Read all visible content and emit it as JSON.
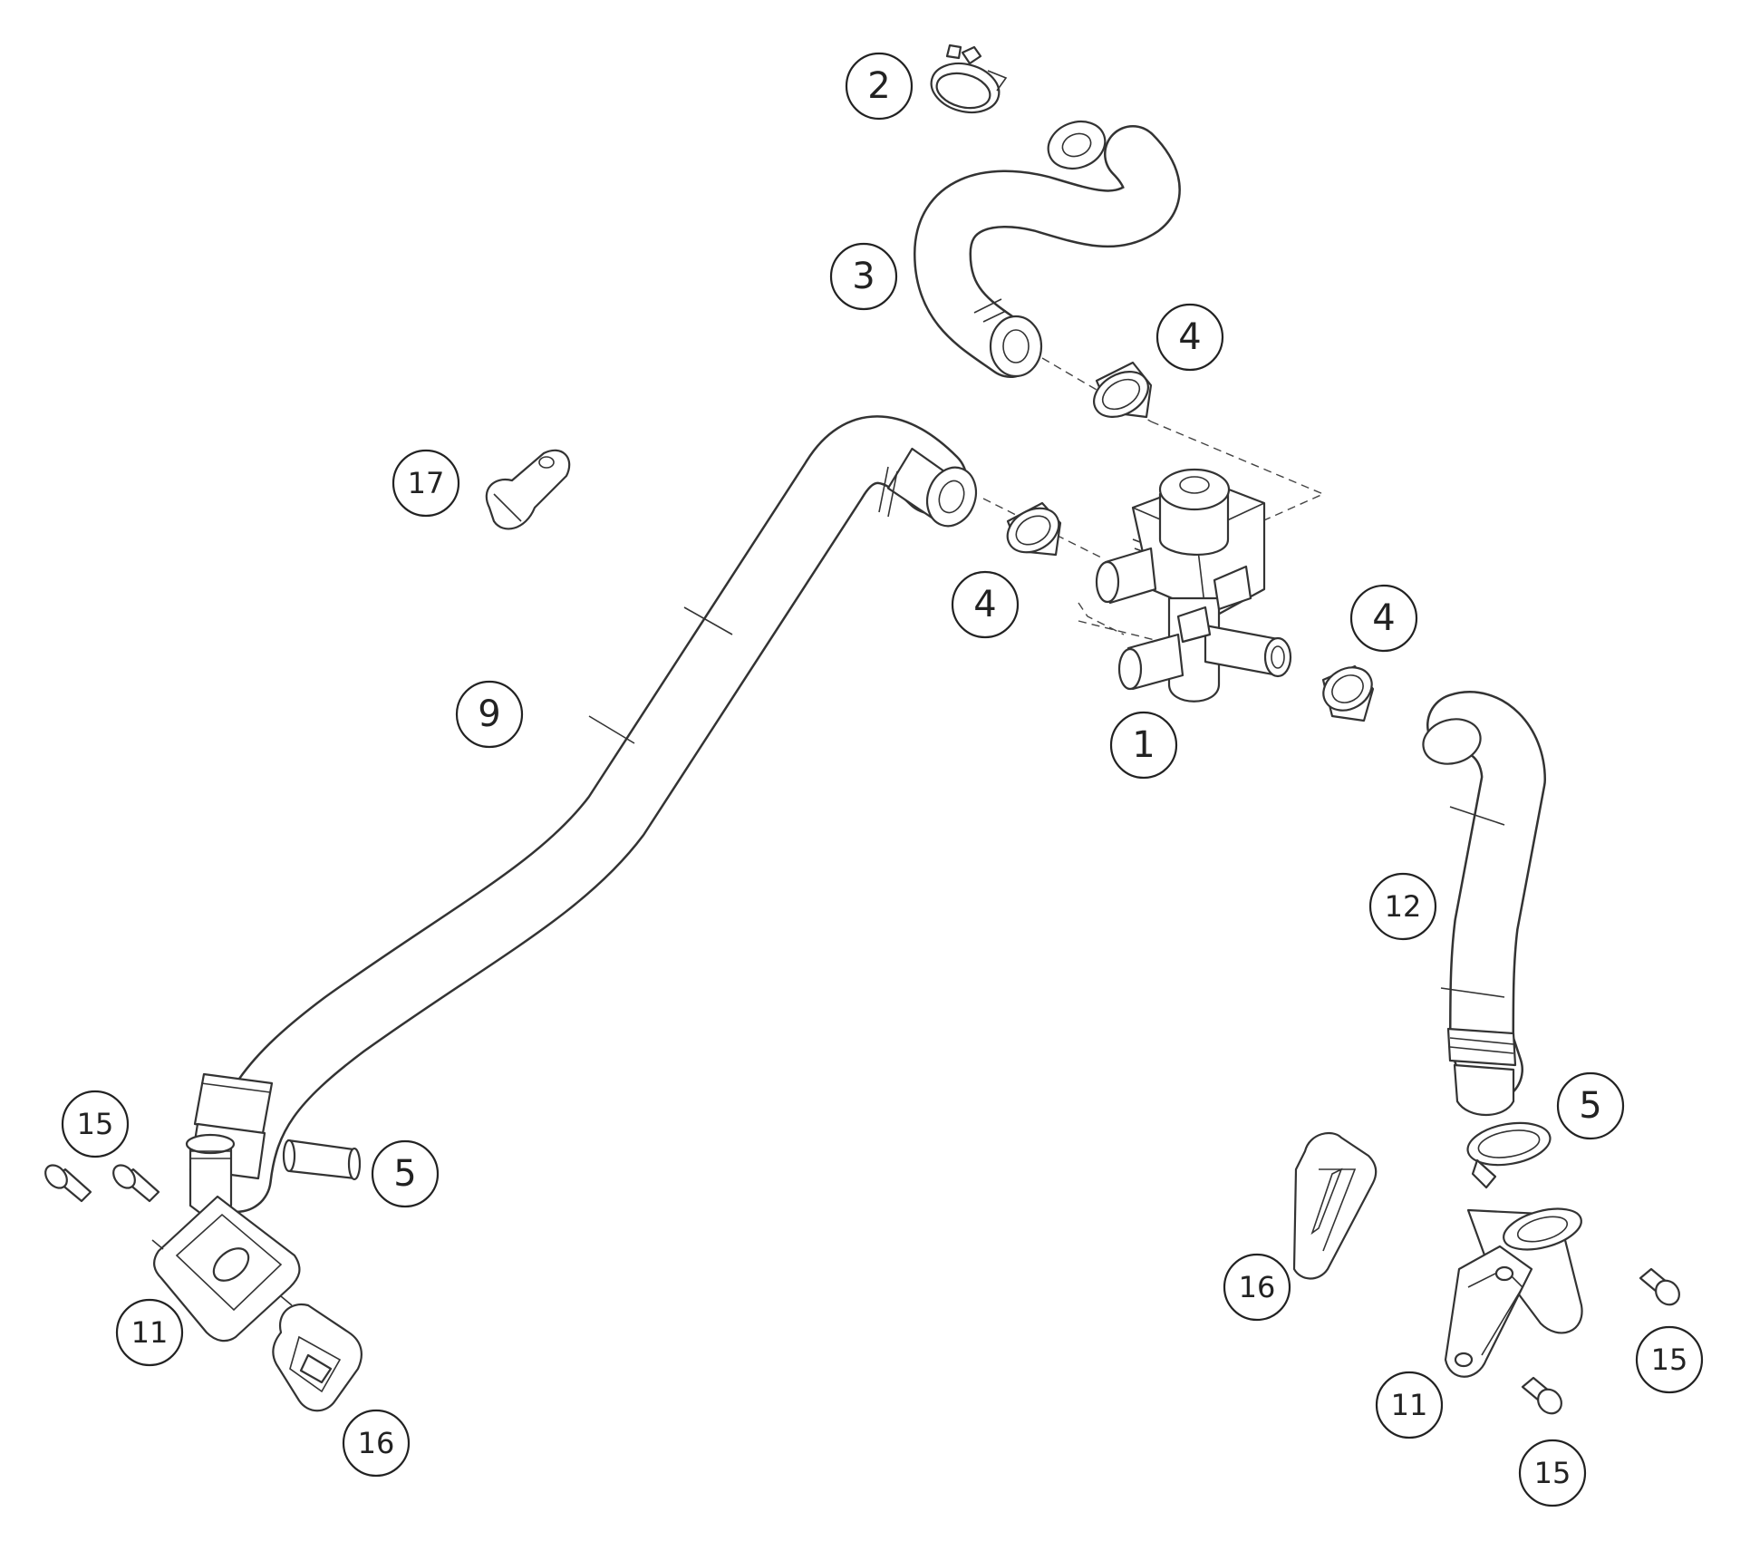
{
  "callouts": {
    "c1": "1",
    "c2": "2",
    "c3": "3",
    "c4a": "4",
    "c4b": "4",
    "c4c": "4",
    "c5a": "5",
    "c5b": "5",
    "c9": "9",
    "c11a": "11",
    "c11b": "11",
    "c12": "12",
    "c15a": "15",
    "c15b": "15",
    "c15c": "15",
    "c16a": "16",
    "c16b": "16",
    "c17": "17"
  }
}
